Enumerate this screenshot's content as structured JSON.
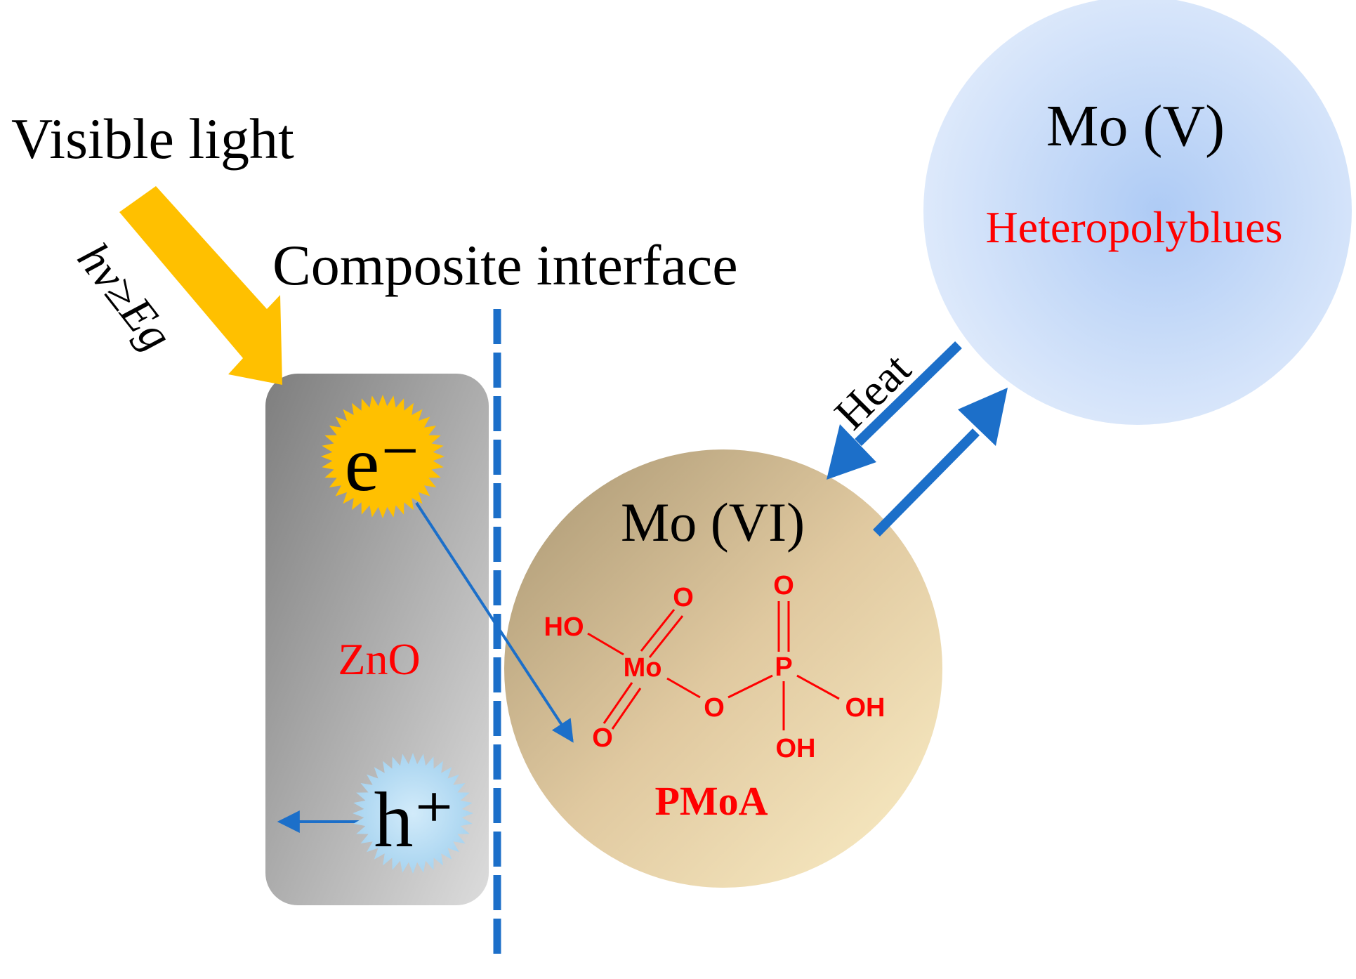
{
  "labels": {
    "visible_light": "Visible light",
    "photon_energy": "hν≥Eg",
    "composite_interface": "Composite interface",
    "mo5": "Mo (V)",
    "heteropolyblues": "Heteropolyblues",
    "heat": "Heat",
    "mo6": "Mo (VI)",
    "zno": "ZnO",
    "electron": "e⁻",
    "hole": "h⁺",
    "pmoa": "PMoA"
  },
  "structure": {
    "O_top_mo": "O",
    "HO": "HO",
    "Mo": "Mo",
    "O_bottom_mo": "O",
    "O_bridge": "O",
    "O_top_p": "O",
    "P": "P",
    "OH_right": "OH",
    "OH_bottom": "OH"
  },
  "colors": {
    "light_arrow": "#FFC000",
    "transfer_arrow": "#1C6FC9",
    "heat_arrows": "#1C6FC9",
    "interface_line": "#1C6FC9",
    "zno_grey": "#9A9A9A",
    "electron_burst": "#FFC000",
    "hole_burst": "#BDE0F5",
    "pmoa_circle": "#D9C29A",
    "heteropolyblue_circle": "#CFE0F7",
    "red_text": "#FF0000"
  }
}
